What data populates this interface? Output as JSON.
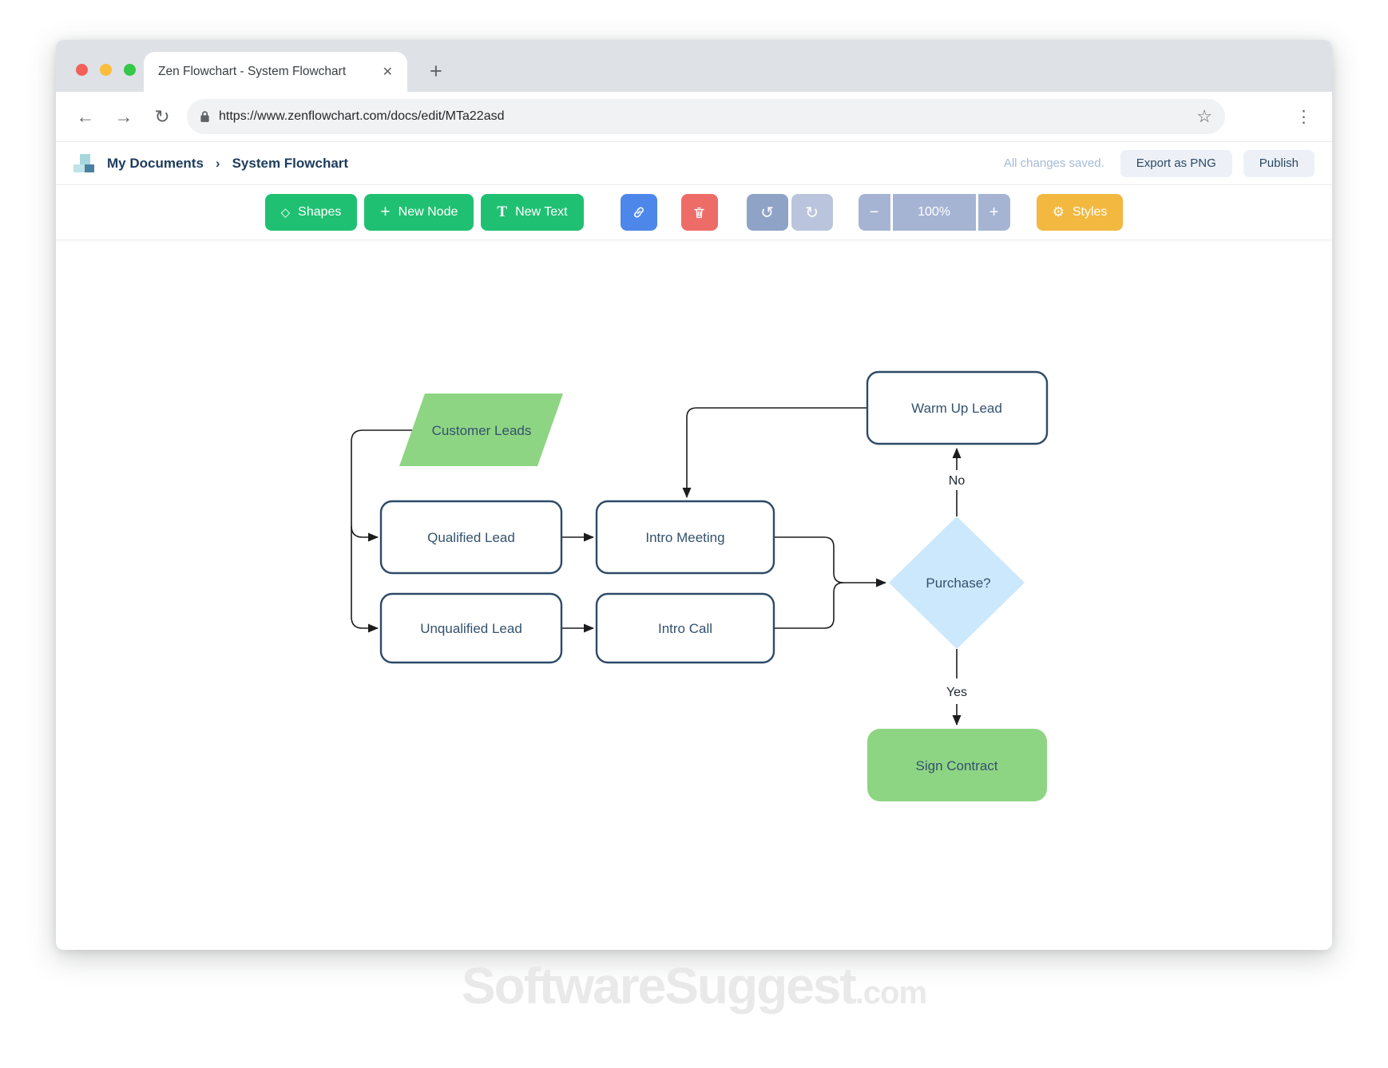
{
  "browser": {
    "tab": {
      "title": "Zen Flowchart - System Flowchart",
      "close_icon": "✕"
    },
    "new_tab_icon": "+",
    "nav": {
      "back_icon": "←",
      "forward_icon": "→",
      "reload_icon": "↻"
    },
    "address": {
      "url": "https://www.zenflowchart.com/docs/edit/MTa22asd",
      "star_icon": "☆"
    },
    "menu_icon": "⋮"
  },
  "header": {
    "breadcrumb": {
      "root": "My Documents",
      "separator": "›",
      "current": "System Flowchart"
    },
    "save_status": "All changes saved.",
    "export_button": "Export as PNG",
    "publish_button": "Publish"
  },
  "toolbar": {
    "shapes": {
      "label": "Shapes",
      "icon": "◇"
    },
    "new_node": {
      "label": "New Node",
      "icon": "+"
    },
    "new_text": {
      "label": "New Text",
      "icon": "T"
    },
    "undo_icon": "↺",
    "redo_icon": "↻",
    "zoom": {
      "out_icon": "−",
      "level": "100%",
      "in_icon": "+"
    },
    "styles": {
      "label": "Styles",
      "icon": "⚙"
    }
  },
  "colors": {
    "button_green": "#20c072",
    "button_blue": "#4d87ea",
    "button_red": "#ee6c68",
    "button_slate_undo": "#8fa3c7",
    "button_slate_redo": "#bac5dd",
    "button_slate_zoom": "#a6b4d3",
    "button_yellow": "#f2b840",
    "node_green": "#8ed583",
    "node_blue": "#cbe8fd",
    "node_border": "#2d4a68",
    "node_text": "#33516e",
    "edge_line": "#1d1d1f",
    "save_status_text": "#a5bad8"
  },
  "flowchart": {
    "nodes": [
      {
        "label": "Customer Leads",
        "shape": "parallelogram",
        "fill": "#8ed583"
      },
      {
        "label": "Qualified Lead",
        "shape": "process",
        "fill": "#ffffff"
      },
      {
        "label": "Unqualified Lead",
        "shape": "process",
        "fill": "#ffffff"
      },
      {
        "label": "Intro Meeting",
        "shape": "process",
        "fill": "#ffffff"
      },
      {
        "label": "Intro Call",
        "shape": "process",
        "fill": "#ffffff"
      },
      {
        "label": "Warm Up Lead",
        "shape": "process",
        "fill": "#ffffff"
      },
      {
        "label": "Purchase?",
        "shape": "decision",
        "fill": "#cbe8fd"
      },
      {
        "label": "Sign Contract",
        "shape": "terminator",
        "fill": "#8ed583"
      }
    ],
    "edges": [
      {
        "from": "Customer Leads",
        "to": "Qualified Lead",
        "label": ""
      },
      {
        "from": "Customer Leads",
        "to": "Unqualified Lead",
        "label": ""
      },
      {
        "from": "Qualified Lead",
        "to": "Intro Meeting",
        "label": ""
      },
      {
        "from": "Unqualified Lead",
        "to": "Intro Call",
        "label": ""
      },
      {
        "from": "Intro Meeting",
        "to": "Purchase?",
        "label": ""
      },
      {
        "from": "Intro Call",
        "to": "Purchase?",
        "label": ""
      },
      {
        "from": "Purchase?",
        "to": "Warm Up Lead",
        "label": "No"
      },
      {
        "from": "Warm Up Lead",
        "to": "Intro Meeting",
        "label": ""
      },
      {
        "from": "Purchase?",
        "to": "Sign Contract",
        "label": "Yes"
      }
    ],
    "edge_labels": {
      "no": "No",
      "yes": "Yes"
    }
  },
  "watermark": {
    "brand": "SoftwareSuggest",
    "suffix": ".com"
  }
}
